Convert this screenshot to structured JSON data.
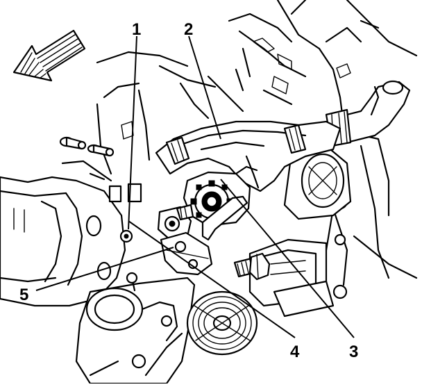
{
  "diagram": {
    "callouts": [
      {
        "id": "1",
        "label": "1"
      },
      {
        "id": "2",
        "label": "2"
      },
      {
        "id": "3",
        "label": "3"
      },
      {
        "id": "4",
        "label": "4"
      },
      {
        "id": "5",
        "label": "5"
      }
    ],
    "icons": {
      "direction": "front-of-vehicle-arrow-icon"
    }
  }
}
